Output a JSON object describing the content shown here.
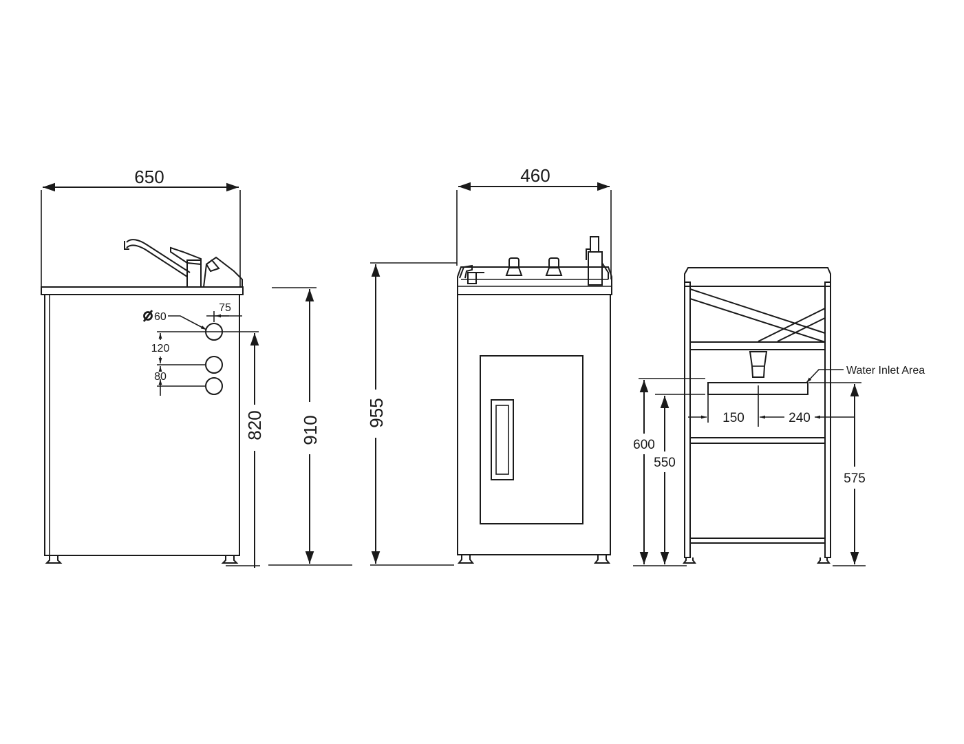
{
  "views": {
    "front": {
      "width_label": "650",
      "pipe_diameter_label": "60",
      "offset_label": "75",
      "spacing_a_label": "120",
      "spacing_b_label": "80",
      "height_a_label": "820",
      "height_b_label": "910"
    },
    "side": {
      "width_label": "460",
      "height_label": "955"
    },
    "rear": {
      "inlet_label": "Water Inlet Area",
      "left_offset_label": "150",
      "right_offset_label": "240",
      "height_a_label": "600",
      "height_b_label": "550",
      "height_c_label": "575"
    }
  },
  "colors": {
    "line": "#1a1a1a",
    "background": "#ffffff"
  }
}
